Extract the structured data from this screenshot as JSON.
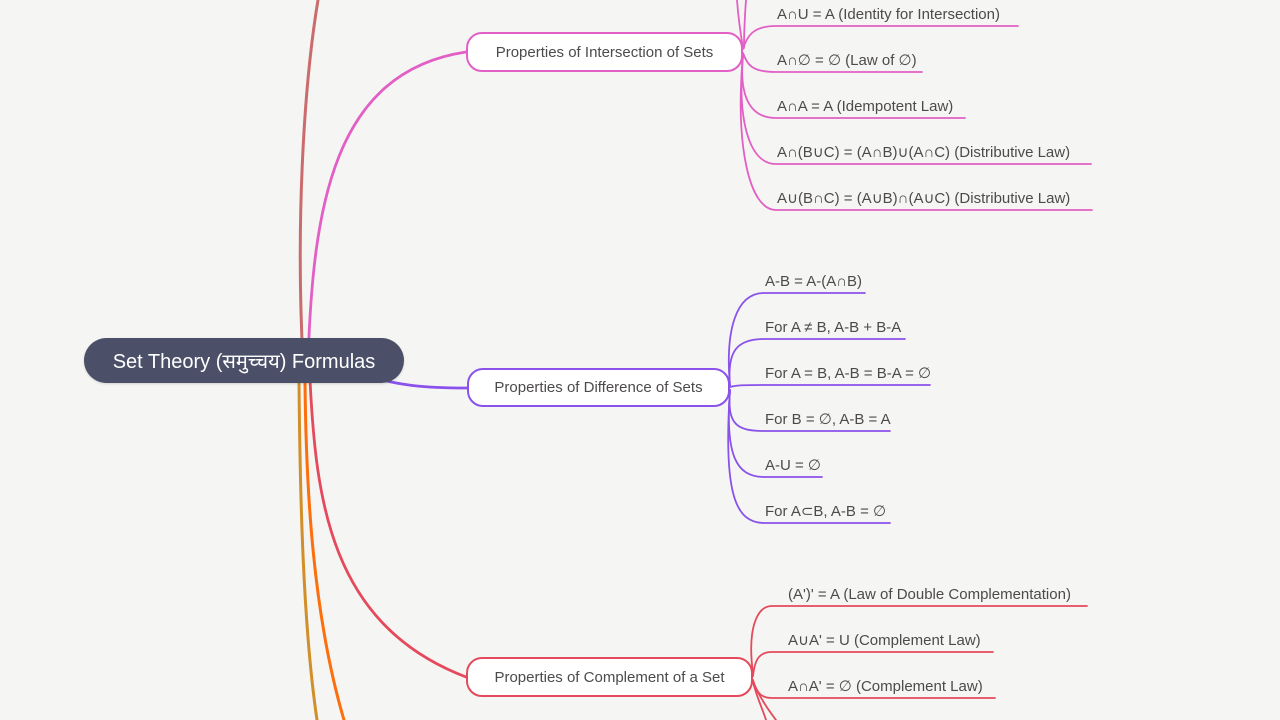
{
  "root": {
    "label": "Set Theory (समुच्चय) Formulas"
  },
  "colors": {
    "background": "#f5f5f3",
    "root_fill": "#4b5068",
    "root_text": "#ffffff",
    "text": "#4d4a4a",
    "pink": "#e25fc5",
    "purple": "#8a52ea",
    "red": "#e5495c",
    "salmon": "#ca6c6c",
    "orange": "#fd6e0d",
    "gold": "#d18f2b"
  },
  "branches": [
    {
      "label": "Properties of Intersection of Sets",
      "color": "#e25fc5",
      "leaves": [
        "A∩U = A (Identity for Intersection)",
        "A∩∅ = ∅ (Law of ∅)",
        "A∩A = A (Idempotent Law)",
        "A∩(B∪C) = (A∩B)∪(A∩C) (Distributive Law)",
        "A∪(B∩C) = (A∪B)∩(A∪C) (Distributive Law)"
      ]
    },
    {
      "label": "Properties of Difference of Sets",
      "color": "#8a52ea",
      "leaves": [
        "A-B = A-(A∩B)",
        "For A ≠ B, A-B + B-A",
        "For A = B, A-B = B-A = ∅",
        "For B = ∅, A-B = A",
        "A-U = ∅",
        "For A⊂B, A-B = ∅"
      ]
    },
    {
      "label": "Properties of Complement of a Set",
      "color": "#e5495c",
      "leaves": [
        "(A')' = A (Law of Double Complementation)",
        "A∪A' = U (Complement Law)",
        "A∩A' = ∅ (Complement Law)"
      ]
    }
  ]
}
